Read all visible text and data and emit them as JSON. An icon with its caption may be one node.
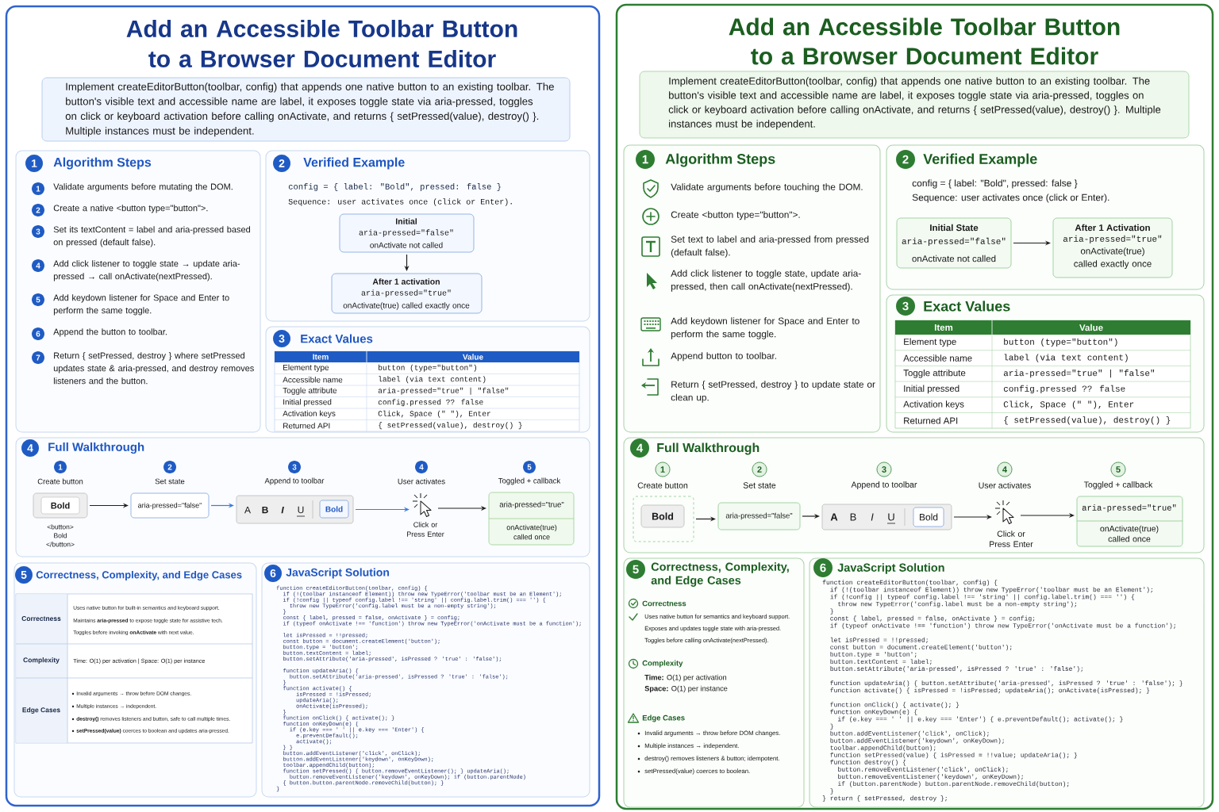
{
  "diagram": {
    "nodes": [
      {
        "text": [
          "Add an Accessible Toolbar Button to a Browser Document Editor"
        ]
      },
      {
        "text": [
          "Implement createEditorButton(toolbar, config) that appends one native button to an existing toolbar. The button's visible text and accessible name are label, it exposes toggle state via aria-pressed, toggles on click or keyboard activation before calling onActivate, and returns { setPressed(value), destroy() }. Multiple instances must be independent."
        ],
        "in": 0
      },
      {
        "text": [
          "1",
          "Algorithm Steps",
          "1",
          "Validate arguments before mutating the DOM.",
          "2",
          "Create a native <button type=\"button\">.",
          "3",
          "Set its textContent = label and aria-pressed based on pressed (default false).",
          "4",
          "Add click listener to toggle state → update aria-pressed → call onActivate(nextPressed).",
          "5",
          "Add keydown listener for Space and Enter to perform the same toggle.",
          "6",
          "Append the button to toolbar.",
          "7",
          "Return { setPressed, destroy } where setPressed updates state & aria-pressed, and destroy removes listeners and the button."
        ],
        "in": 0
      },
      {
        "text": [
          "2",
          "Verified Example",
          "config = { label: \"Bold\", pressed: false }",
          "Sequence: user activates once (click or Enter)."
        ],
        "in": 0
      },
      {
        "text": [
          "Initial",
          "aria-pressed=\"false\"",
          "onActivate not called"
        ],
        "in": 3
      },
      {
        "text": [
          "After 1 activation",
          "aria-pressed=\"true\"",
          "onActivate(true) called exactly once"
        ],
        "in": 3
      },
      {
        "text": [
          "3",
          "Exact Values"
        ],
        "in": 0
      },
      {
        "text": [
          "Item",
          "Value",
          "Element type",
          "button (type=\"button\")",
          "Accessible name",
          "label (via text content)",
          "Toggle attribute",
          "aria-pressed=\"true\" | \"false\"",
          "Initial pressed",
          "config.pressed ?? false",
          "Activation keys",
          "Click, Space (\" \"), Enter",
          "Returned API",
          "{ setPressed(value), destroy() }"
        ],
        "in": 6
      },
      {
        "text": [
          "4",
          "Full Walkthrough",
          "1",
          "Create button",
          "2",
          "Set state",
          "3",
          "Append to toolbar",
          "4",
          "User activates",
          "5",
          "Toggled + callback"
        ],
        "in": 0
      },
      {
        "text": [
          "Bold"
        ],
        "beside": [
          "<button> Bold </button>"
        ],
        "in": 8
      },
      {
        "text": [
          "aria-pressed=\"false\""
        ],
        "in": 8
      },
      {
        "text": [
          "A",
          "B",
          "I",
          "U",
          "Bold"
        ],
        "in": 8
      },
      {
        "text": [],
        "shape": "picture",
        "beside": [
          "Click or Press Enter"
        ],
        "in": 8
      },
      {
        "text": [
          "aria-pressed=\"true\"",
          "onActivate(true) called once"
        ],
        "in": 8
      },
      {
        "text": [
          "5",
          "Correctness, Complexity, and Edge Cases"
        ],
        "in": 0
      },
      {
        "text": [
          "Correctness",
          "Uses native button for built-in semantics and keyboard support.",
          "Maintains **aria-pressed** to expose toggle state for assistive tech.",
          "Toggles before invoking **onActivate** with next value.",
          "Complexity",
          "Time: O(1) per activation | Space: O(1) per instance",
          "Edge Cases",
          "Invalid arguments → throw before DOM changes.",
          "Multiple instances → independent.",
          "**destroy()** removes listeners and button, safe to call multiple times.",
          "**setPressed(value)** coerces to boolean and updates aria-pressed."
        ],
        "in": 14
      },
      {
        "text": [
          "6",
          "JavaScript Solution",
          "function createEditorButton(toolbar, config) {",
          "if (!(toolbar instanceof Element)) throw new TypeError('toolbar must be an Element');",
          "if (!config || typeof config.label !== 'string' || config.label.trim() === '') {",
          "throw new TypeError('config.label must be a non-empty string');",
          "}",
          "const { label, pressed = false, onActivate } = config;",
          "if (typeof onActivate !== 'function') throw new TypeError('onActivate must be a function');",
          "let isPressed = !!pressed;",
          "const button = document.createElement('button');",
          "button.type = 'button';",
          "button.textContent = label;",
          "button.setAttribute('aria-pressed', isPressed ? 'true' : 'false');",
          "function updateAria() {",
          "button.setAttribute('aria-pressed', isPressed ? 'true' : 'false');",
          "}",
          "function activate() {",
          "isPressed = !isPressed;",
          "updateAria();",
          "onActivate(isPressed);",
          "}",
          "function onClick() { activate(); }",
          "function onKeyDown(e) {",
          "if (e.key === ' ' || e.key === 'Enter') {",
          "e.preventDefault();",
          "activate();",
          "} }",
          "button.addEventListener('click', onClick);",
          "button.addEventListener('keydown', onKeyDown);",
          "toolbar.appendChild(button);",
          "function setPressed() { button.removeEventListener(); } updateAria();",
          "button.removeEventListener('keydown', onKeyDown); if (button.parentNode)",
          "{ button.button.parentNode.removeChild(button); }",
          "}"
        ],
        "in": 0
      },
      {
        "text": [
          "Add an Accessible Toolbar Button to a Browser Document Editor"
        ]
      },
      {
        "text": [
          "Implement createEditorButton(toolbar, config) that appends one native button to an existing toolbar. The button's visible text and accessible name are label, it exposes toggle state via aria-pressed, toggles on click or keyboard activation before calling onActivate, and returns { setPressed(value), destroy() }. Multiple instances must be independent."
        ],
        "in": 17
      },
      {
        "text": [
          "1",
          "Algorithm Steps",
          "Validate arguments before touching the DOM.",
          "Create <button type=\"button\">.",
          "Set text to label and aria-pressed from pressed (default false).",
          "Add click listener to toggle state, update aria-pressed, then call onActivate(nextPressed).",
          "Add keydown listener for Space and Enter to perform the same toggle.",
          "Append button to toolbar.",
          "Return { setPressed, destroy } to update state or clean up."
        ],
        "in": 17
      },
      {
        "text": [
          "2",
          "Verified Example",
          "config = { label: \"Bold\", pressed: false }",
          "Sequence: user activates once (click or Enter)."
        ],
        "in": 17
      },
      {
        "text": [
          "Initial State",
          "aria-pressed=\"false\"",
          "onActivate not called"
        ],
        "in": 20
      },
      {
        "text": [
          "After 1 Activation",
          "aria-pressed=\"true\"",
          "onActivate(true) called exactly once"
        ],
        "in": 20
      },
      {
        "text": [
          "3",
          "Exact Values"
        ],
        "in": 17
      },
      {
        "text": [
          "Item",
          "Value",
          "Element type",
          "button (type=\"button\")",
          "Accessible name",
          "label (via text content)",
          "Toggle attribute",
          "aria-pressed=\"true\" | \"false\"",
          "Initial pressed",
          "config.pressed ?? false",
          "Activation keys",
          "Click, Space (\" \"), Enter",
          "Returned API",
          "{ setPressed(value), destroy() }"
        ],
        "in": 23
      },
      {
        "text": [
          "4",
          "Full Walkthrough",
          "1",
          "Create button",
          "2",
          "Set state",
          "3",
          "Append to toolbar",
          "4",
          "User activates",
          "5",
          "Toggled + callback"
        ],
        "in": 17
      },
      {
        "text": [
          "Bold"
        ],
        "in": 25
      },
      {
        "text": [
          "aria-pressed=\"false\""
        ],
        "in": 25
      },
      {
        "text": [
          "A",
          "B",
          "I",
          "U",
          "Bold"
        ],
        "in": 25
      },
      {
        "text": [],
        "shape": "picture",
        "beside": [
          "Click or Press Enter"
        ],
        "in": 25
      },
      {
        "text": [
          "aria-pressed=\"true\"",
          "onActivate(true) called once"
        ],
        "in": 25
      },
      {
        "text": [
          "5",
          "Correctness, Complexity, and Edge Cases",
          "Correctness",
          "Uses native button for semantics and keyboard support.",
          "Exposes and updates toggle state with aria-pressed.",
          "Toggles before calling onActivate(nextPressed).",
          "Complexity",
          "**Time:** O(1) per activation",
          "**Space:** O(1) per instance",
          "Edge Cases",
          "Invalid arguments → throw before DOM changes.",
          "Multiple instances → independent.",
          "destroy() removes listeners & button; idempotent.",
          "setPressed(value) coerces to boolean."
        ],
        "in": 17
      },
      {
        "text": [
          "6",
          "JavaScript Solution",
          "function createEditorButton(toolbar, config) {",
          "if (!(toolbar instanceof Element)) throw new TypeError('toolbar must be an Element');",
          "if (!config || typeof config.label !== 'string' || config.label.trim() === '') {",
          "throw new TypeError('config.label must be a non-empty string');",
          "}",
          "const { label, pressed = false, onActivate } = config;",
          "if (typeof onActivate !== 'function') throw new TypeError('onActivate must be a function');",
          "let isPressed = !!pressed;",
          "const button = document.createElement('button');",
          "button.type = 'button';",
          "button.textContent = label;",
          "button.setAttribute('aria-pressed', isPressed ? 'true' : 'false');",
          "function updateAria() { button.setAttribute('aria-pressed', isPressed ? 'true' : 'false'); }",
          "function activate() { isPressed = !isPressed; updateAria(); onActivate(isPressed); }",
          "function onClick() { activate(); }",
          "function onKeyDown(e) {",
          "if (e.key === ' ' || e.key === 'Enter') { e.preventDefault(); activate(); }",
          "}",
          "button.addEventListener('click', onClick);",
          "button.addEventListener('keydown', onKeyDown);",
          "toolbar.appendChild(button);",
          "function setPressed(value) { isPressed = !!value; updateAria(); }",
          "function destroy() {",
          "button.removeEventListener('click', onClick);",
          "button.removeEventListener('keydown', onKeyDown);",
          "if (button.parentNode) button.parentNode.removeChild(button);",
          "}",
          "} return { setPressed, destroy };"
        ],
        "in": 17
      }
    ],
    "edges": [
      {
        "from": 4,
        "to": 5,
        "arrow": "to"
      },
      {
        "from": 9,
        "to": 10,
        "arrow": "to"
      },
      {
        "from": 10,
        "to": 11,
        "arrow": "to",
        "color": "#3b7be0"
      },
      {
        "from": 11,
        "to": 12,
        "arrow": "to",
        "color": "#3b7be0"
      },
      {
        "from": 12,
        "to": 13,
        "arrow": "to"
      },
      {
        "from": 21,
        "to": 22,
        "arrow": "to"
      },
      {
        "from": 26,
        "to": 27,
        "arrow": "to"
      },
      {
        "from": 27,
        "to": 28,
        "arrow": "to"
      },
      {
        "from": 28,
        "to": 29,
        "arrow": "to"
      },
      {
        "from": 29,
        "to": 30,
        "arrow": "to"
      }
    ]
  }
}
